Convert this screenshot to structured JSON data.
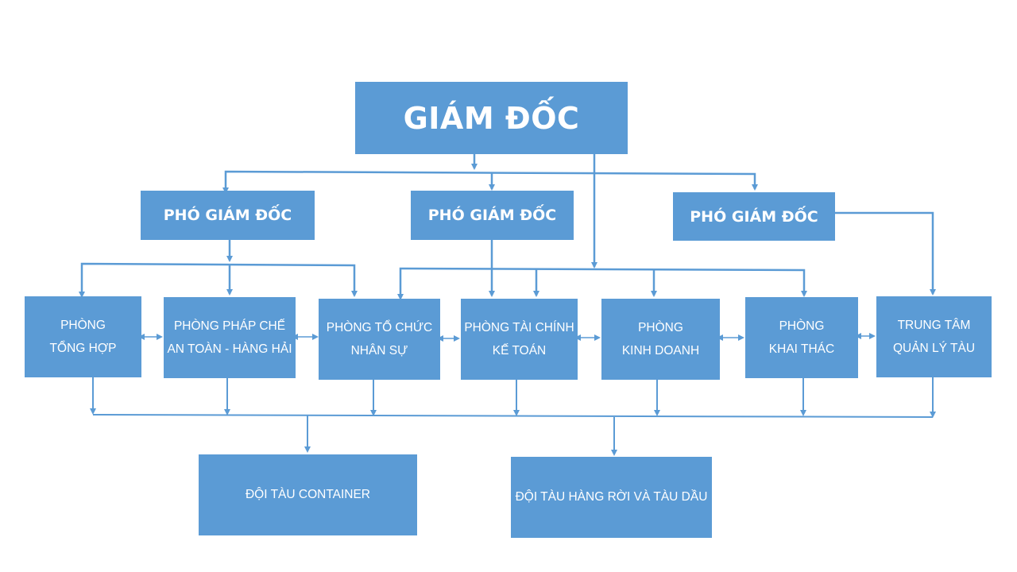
{
  "diagram": {
    "type": "organization-chart",
    "color": "#5b9bd5",
    "line_color": "#5b9bd5",
    "director": {
      "id": "director",
      "label": "GIÁM ĐỐC"
    },
    "deputies": [
      {
        "id": "deputy-1",
        "label": "PHÓ GIÁM ĐỐC"
      },
      {
        "id": "deputy-2",
        "label": "PHÓ GIÁM ĐỐC"
      },
      {
        "id": "deputy-3",
        "label": "PHÓ GIÁM ĐỐC"
      }
    ],
    "departments": [
      {
        "id": "dept-general",
        "label": "PHÒNG\nTỔNG HỢP"
      },
      {
        "id": "dept-legal-safety",
        "label": "PHÒNG PHÁP CHẾ\nAN TOÀN - HÀNG HẢI"
      },
      {
        "id": "dept-hr",
        "label": "PHÒNG TỔ CHỨC\nNHÂN SỰ"
      },
      {
        "id": "dept-finance",
        "label": "PHÒNG TÀI CHÍNH\nKẾ TOÁN"
      },
      {
        "id": "dept-business",
        "label": "PHÒNG\nKINH DOANH"
      },
      {
        "id": "dept-operations",
        "label": "PHÒNG\nKHAI THÁC"
      },
      {
        "id": "dept-ship-management",
        "label": "TRUNG TÂM\nQUẢN LÝ TÀU"
      }
    ],
    "fleets": [
      {
        "id": "fleet-container",
        "label": "ĐỘI TÀU CONTAINER"
      },
      {
        "id": "fleet-bulk-tanker",
        "label": "ĐỘI TÀU HÀNG RỜI VÀ TÀU DẦU"
      }
    ],
    "edges": [
      {
        "from": "director",
        "to": "deputy-1",
        "type": "arrow"
      },
      {
        "from": "director",
        "to": "deputy-2",
        "type": "arrow"
      },
      {
        "from": "director",
        "to": "deputy-3",
        "type": "arrow"
      },
      {
        "from": "director",
        "to": "dept-hr",
        "type": "arrow"
      },
      {
        "from": "director",
        "to": "dept-finance",
        "type": "arrow"
      },
      {
        "from": "director",
        "to": "dept-business",
        "type": "arrow"
      },
      {
        "from": "director",
        "to": "dept-operations",
        "type": "arrow"
      },
      {
        "from": "deputy-1",
        "to": "dept-general",
        "type": "arrow"
      },
      {
        "from": "deputy-1",
        "to": "dept-legal-safety",
        "type": "arrow"
      },
      {
        "from": "deputy-1",
        "to": "dept-hr",
        "type": "arrow"
      },
      {
        "from": "deputy-2",
        "to": "dept-finance",
        "type": "arrow"
      },
      {
        "from": "deputy-3",
        "to": "dept-ship-management",
        "type": "arrow"
      },
      {
        "from": "dept-general",
        "to": "dept-legal-safety",
        "type": "bidirectional"
      },
      {
        "from": "dept-legal-safety",
        "to": "dept-hr",
        "type": "bidirectional"
      },
      {
        "from": "dept-hr",
        "to": "dept-finance",
        "type": "bidirectional"
      },
      {
        "from": "dept-finance",
        "to": "dept-business",
        "type": "bidirectional"
      },
      {
        "from": "dept-business",
        "to": "dept-operations",
        "type": "bidirectional"
      },
      {
        "from": "dept-operations",
        "to": "dept-ship-management",
        "type": "bidirectional"
      },
      {
        "from": "departments",
        "to": "fleet-container",
        "type": "arrow"
      },
      {
        "from": "departments",
        "to": "fleet-bulk-tanker",
        "type": "arrow"
      }
    ]
  }
}
